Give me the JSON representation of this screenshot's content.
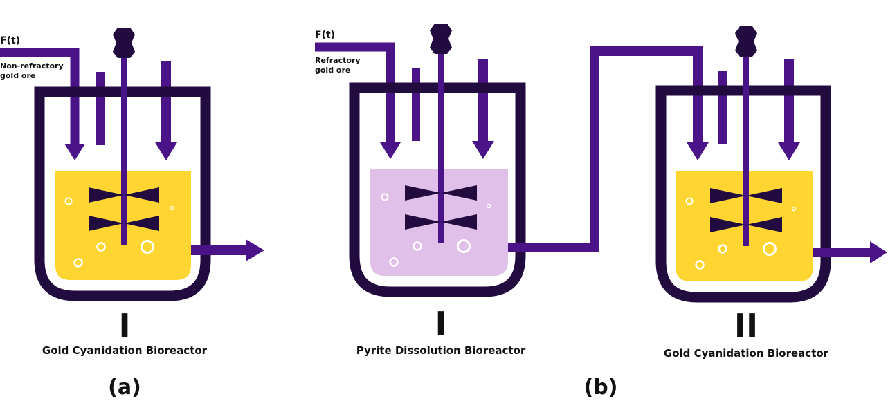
{
  "colors": {
    "vessel": "#220b3f",
    "pipe": "#4b1388",
    "liquid_gold": "#ffd531",
    "liquid_pyrite": "#e0c0e8",
    "bubble": "#ffffff"
  },
  "icons": [
    "stirrer-motor-icon",
    "impeller-icon",
    "arrow-icon"
  ],
  "panel_a": {
    "feed_label": "F(t)",
    "ore_label_line1": "Non-refractory",
    "ore_label_line2": "gold ore",
    "reactor_numeral": "I",
    "reactor_title": "Gold Cyanidation Bioreactor",
    "panel_label": "(a)"
  },
  "panel_b": {
    "feed_label": "F(t)",
    "ore_label_line1": "Refractory",
    "ore_label_line2": "gold ore",
    "reactor1_numeral": "I",
    "reactor1_title": "Pyrite Dissolution Bioreactor",
    "reactor2_numeral": "II",
    "reactor2_title": "Gold Cyanidation Bioreactor",
    "panel_label": "(b)"
  }
}
